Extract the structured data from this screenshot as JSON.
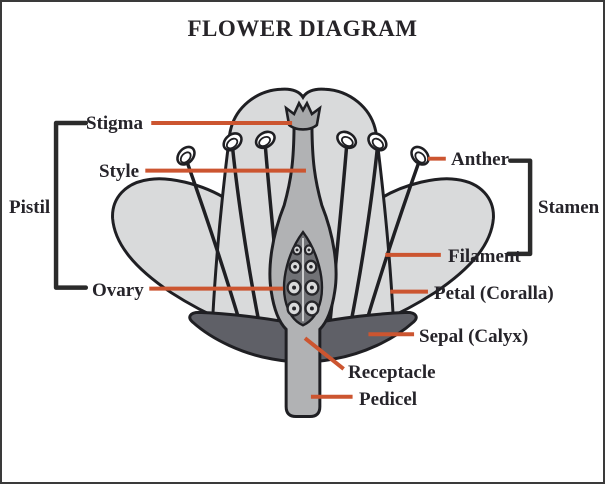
{
  "diagram": {
    "title": "FLOWER DIAGRAM",
    "labels": {
      "stigma": "Stigma",
      "style": "Style",
      "ovary": "Ovary",
      "anther": "Anther",
      "filament": "Filament",
      "petal": "Petal (Coralla)",
      "sepal": "Sepal (Calyx)",
      "receptacle": "Receptacle",
      "pedicel": "Pedicel"
    },
    "groups": {
      "pistil": "Pistil",
      "stamen": "Stamen"
    },
    "colors": {
      "background": "#ffffff",
      "frame_border": "#3a3a3a",
      "text": "#26242a",
      "leader_line": "#cc5530",
      "bracket": "#2b2b2b",
      "outline": "#1f1f23",
      "petal_fill": "#d9dadb",
      "pistil_fill": "#acadaf",
      "ovary_inner_fill": "#717276",
      "ovule_fill": "#d9dadb",
      "sepal_fill": "#5f6067",
      "stem_fill": "#b1b2b4",
      "anther_fill": "#ffffff"
    }
  }
}
